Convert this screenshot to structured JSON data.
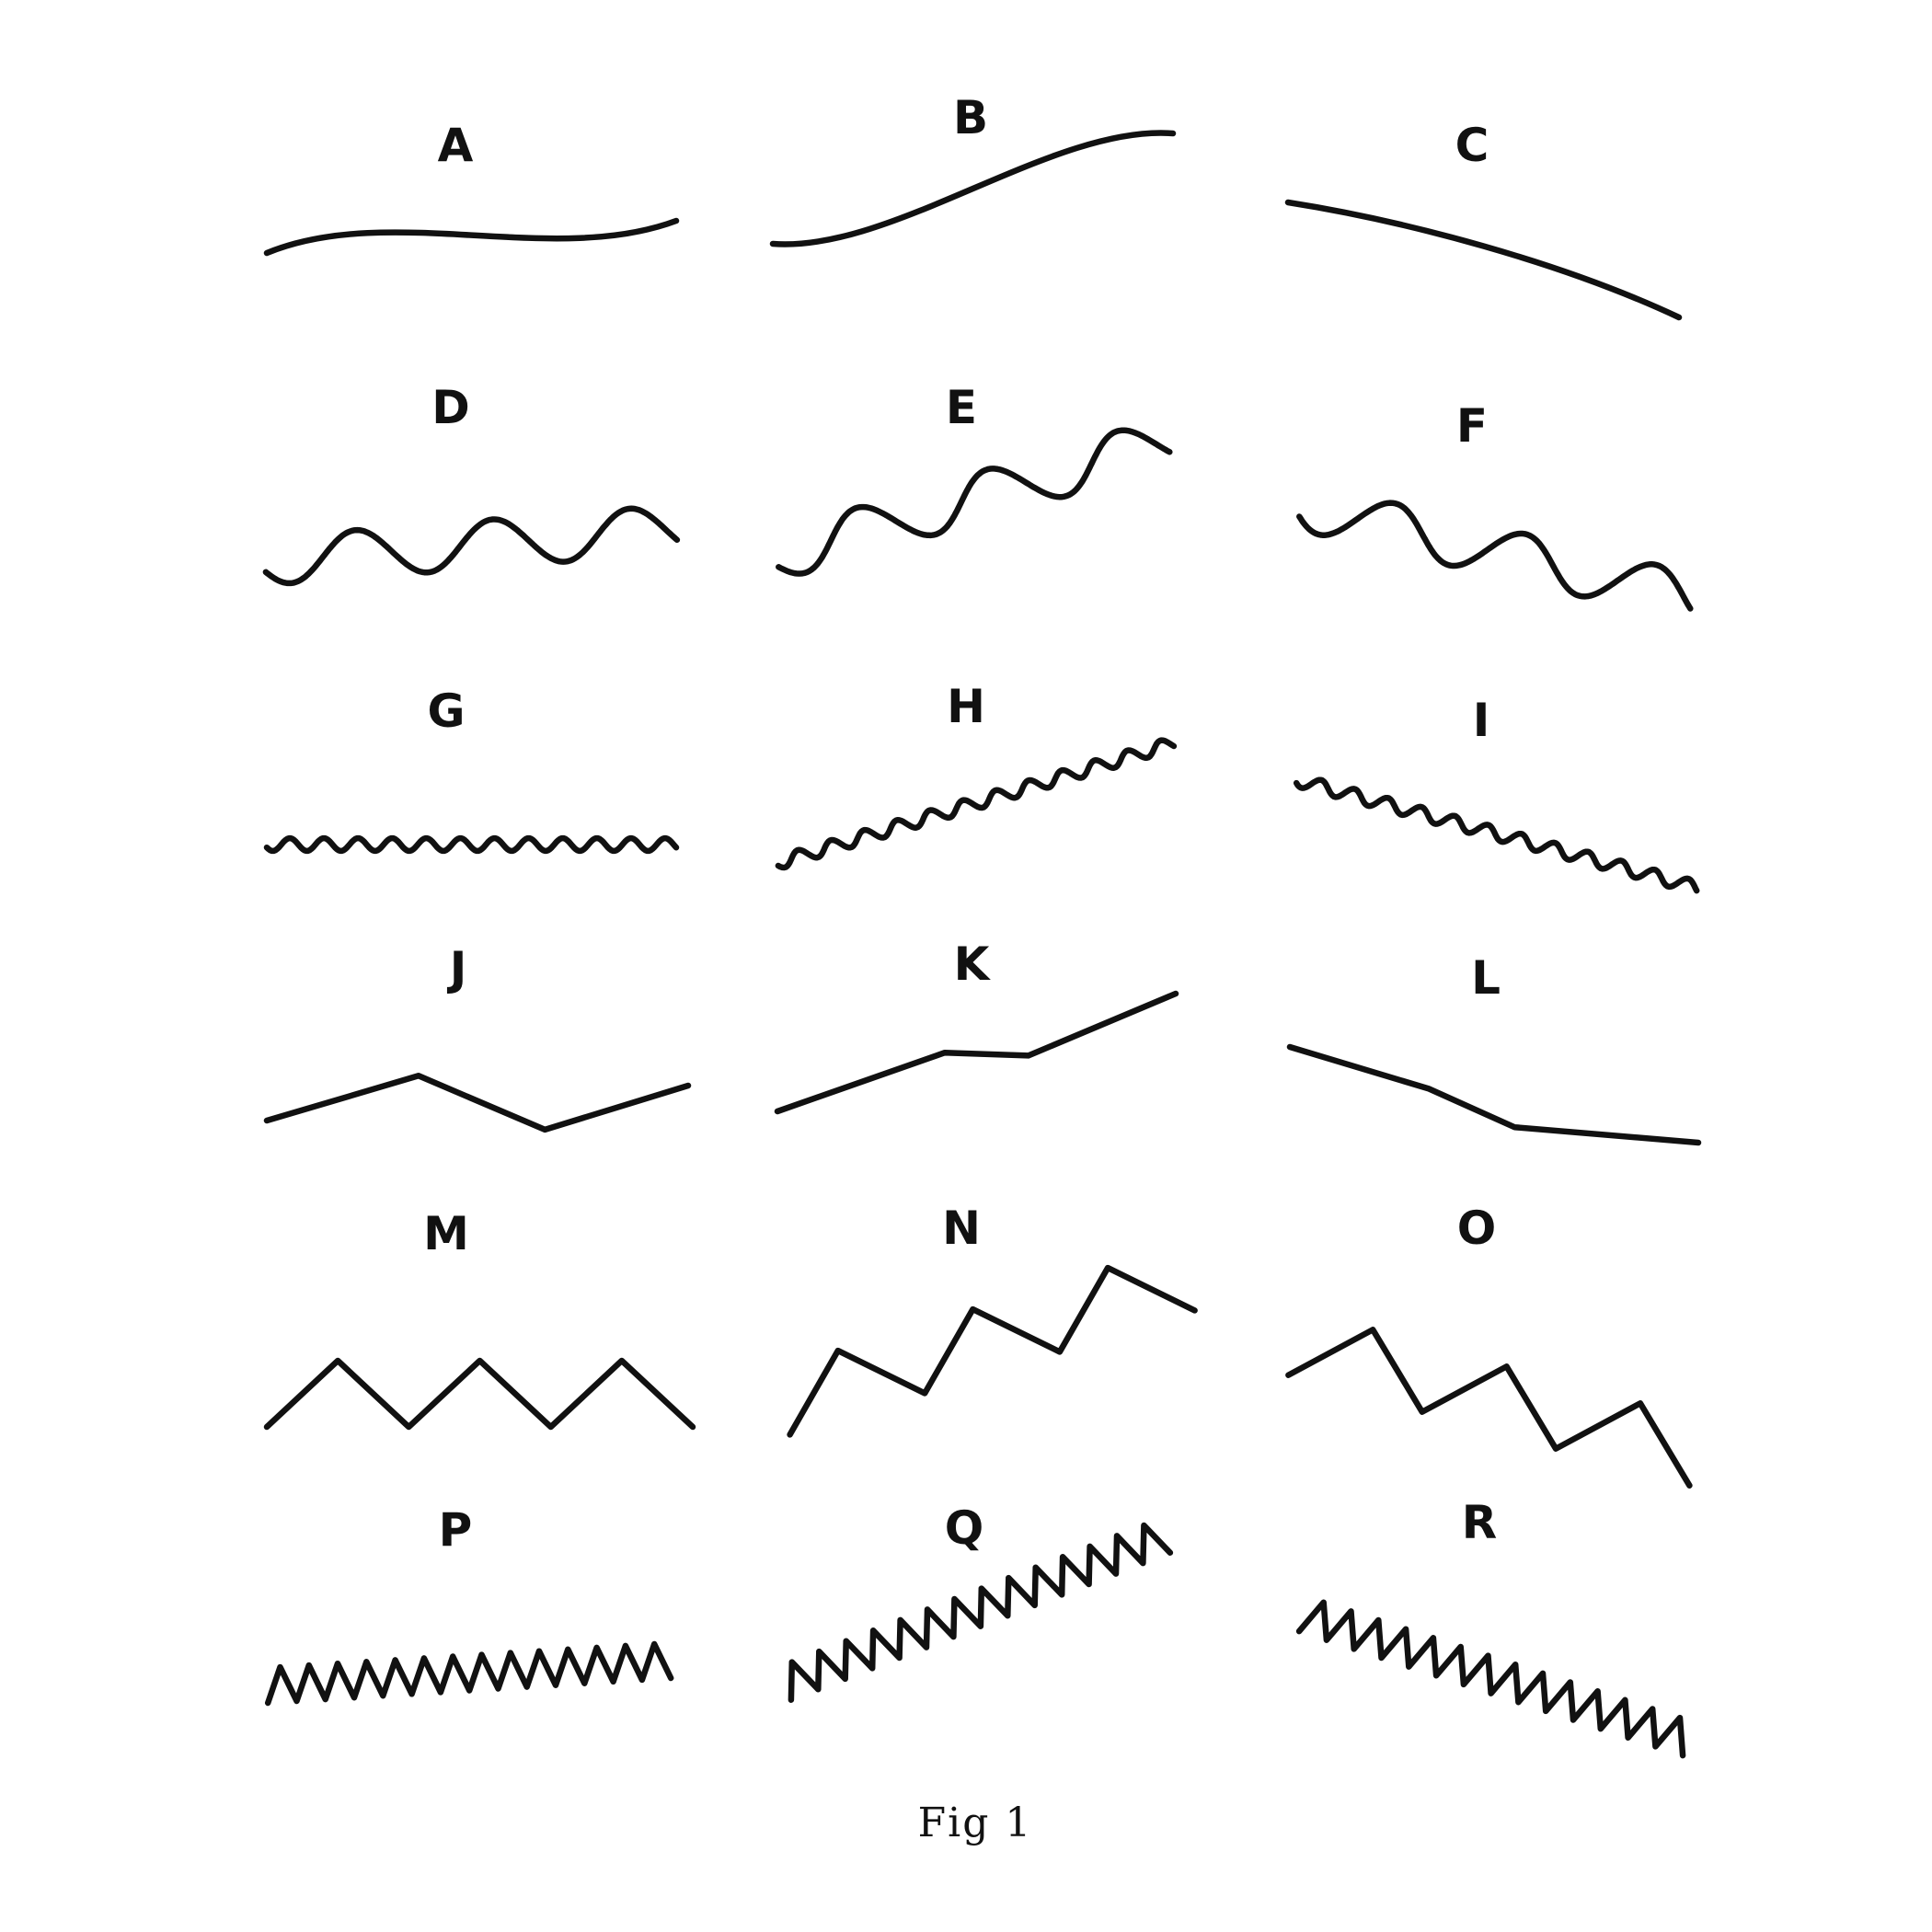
{
  "figure": {
    "caption": "Fig 1",
    "line_color": "#111111",
    "panels": [
      {
        "label": "A",
        "shape": "smooth",
        "trend": "level"
      },
      {
        "label": "B",
        "shape": "smooth",
        "trend": "rising"
      },
      {
        "label": "C",
        "shape": "smooth",
        "trend": "falling"
      },
      {
        "label": "D",
        "shape": "wave",
        "trend": "level"
      },
      {
        "label": "E",
        "shape": "wave",
        "trend": "rising"
      },
      {
        "label": "F",
        "shape": "wave",
        "trend": "falling"
      },
      {
        "label": "G",
        "shape": "ripple",
        "trend": "level"
      },
      {
        "label": "H",
        "shape": "ripple",
        "trend": "rising"
      },
      {
        "label": "I",
        "shape": "ripple",
        "trend": "falling"
      },
      {
        "label": "J",
        "shape": "broken",
        "trend": "level"
      },
      {
        "label": "K",
        "shape": "broken",
        "trend": "rising"
      },
      {
        "label": "L",
        "shape": "broken",
        "trend": "falling"
      },
      {
        "label": "M",
        "shape": "zigzag",
        "trend": "level"
      },
      {
        "label": "N",
        "shape": "zigzag",
        "trend": "rising"
      },
      {
        "label": "O",
        "shape": "zigzag",
        "trend": "falling"
      },
      {
        "label": "P",
        "shape": "fine-zigzag",
        "trend": "level"
      },
      {
        "label": "Q",
        "shape": "fine-zigzag",
        "trend": "rising"
      },
      {
        "label": "R",
        "shape": "fine-zigzag",
        "trend": "falling"
      }
    ]
  }
}
